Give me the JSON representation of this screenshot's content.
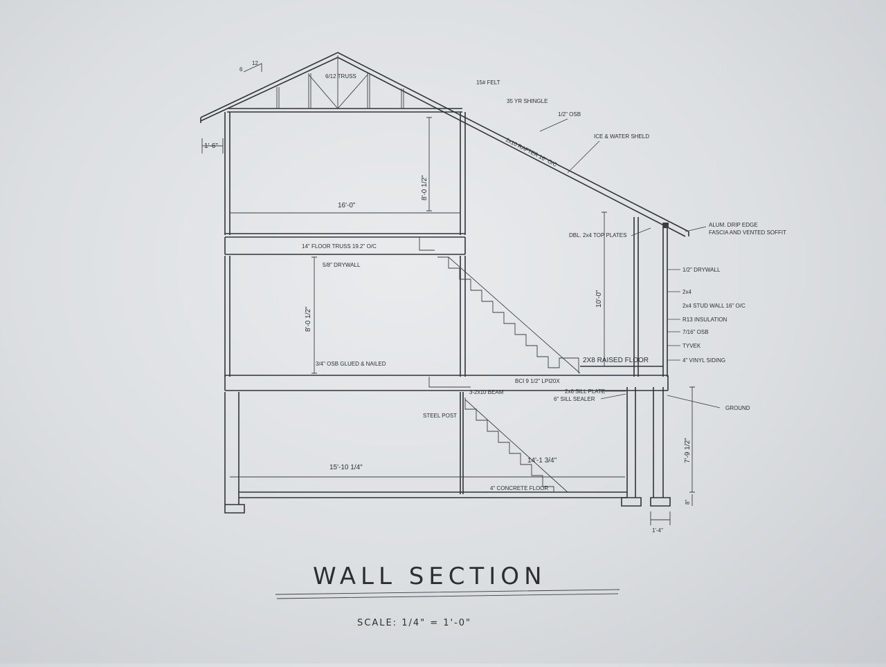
{
  "drawing": {
    "title": "WALL SECTION",
    "scale": "SCALE: 1/4\" = 1'-0\"",
    "slope": {
      "rise": "6",
      "run": "12"
    },
    "labels": {
      "truss": "6/12 TRUSS",
      "felt": "15# FELT",
      "shingle": "35 YR SHINGLE",
      "roof_osb": "1/2\" OSB",
      "ice_water": "ICE & WATER SHELD",
      "rafter": "2x10 RAFTER 16\" O/C",
      "drip_edge": "ALUM. DRIP EDGE",
      "fascia": "FASCIA AND VENTED SOFFIT",
      "top_plates": "DBL. 2x4 TOP PLATES",
      "floor_truss": "14\" FLOOR TRUSS 19.2\" O/C",
      "drywall_58": "5/8\" DRYWALL",
      "drywall_12": "1/2\" DRYWALL",
      "stud_2x4": "2x4",
      "stud_wall": "2x4 STUD WALL 16\" O/C",
      "insulation": "R13 INSULATION",
      "osb_716": "7/16\" OSB",
      "tyvek": "TYVEK",
      "siding": "4\" VINYL SIDING",
      "raised_floor": "2X8 RAISED FLOOR",
      "subfloor": "3/4\" OSB GLUED & NAILED",
      "joist": "BCI 9 1/2\" LPI20X",
      "beam": "3-2x10 BEAM",
      "steel_post": "STEEL POST",
      "sill_plate": "2x6 SILL PLATE",
      "sill_sealer": "6\" SILL SEALER",
      "ground": "GROUND",
      "concrete": "4\" CONCRETE FLOOR"
    },
    "dimensions": {
      "overhang": "1'-6\"",
      "upper_height": "8'-0 1/2\"",
      "upper_width": "16'-0\"",
      "main_height": "8'-0 1/2\"",
      "porch_height": "10'-0\"",
      "basement_width": "15'-10 1/4\"",
      "basement_width_2": "14'-1 3/4\"",
      "basement_height": "7'-9 1/2\"",
      "footing_height": "8\"",
      "footing_width": "1'-4\""
    }
  }
}
